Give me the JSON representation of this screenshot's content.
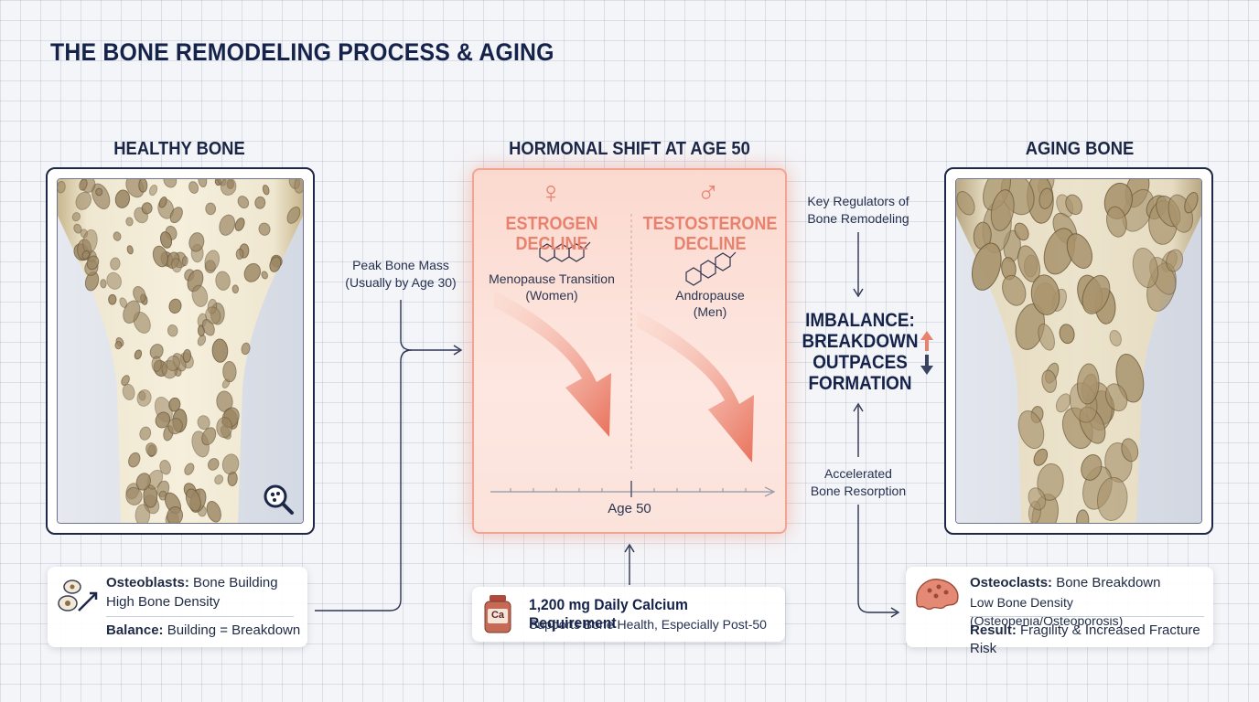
{
  "page": {
    "title": "THE BONE REMODELING PROCESS & AGING"
  },
  "healthy": {
    "heading": "HEALTHY BONE",
    "card": {
      "osteoblasts_label": "Osteoblasts:",
      "osteoblasts_text": " Bone Building",
      "density_text": "High Bone Density",
      "balance_label": "Balance:",
      "balance_text": " Building = Breakdown"
    }
  },
  "hormonal": {
    "heading": "HORMONAL SHIFT AT AGE 50",
    "female": {
      "symbol": "♀",
      "label_line1": "ESTROGEN",
      "label_line2": "DECLINE",
      "sub_line1": "Menopause Transition",
      "sub_line2": "(Women)"
    },
    "male": {
      "symbol": "♂",
      "label_line1": "TESTOSTERONE",
      "label_line2": "DECLINE",
      "sub_line1": "Andropause",
      "sub_line2": "(Men)"
    },
    "axis_label": "Age 50"
  },
  "flow": {
    "peak_line1": "Peak Bone Mass",
    "peak_line2": "(Usually by Age 30)",
    "regulators_line1": "Key Regulators of",
    "regulators_line2": "Bone Remodeling",
    "imbalance_line1": "IMBALANCE:",
    "imbalance_line2": "BREAKDOWN",
    "imbalance_line3": "OUTPACES",
    "imbalance_line4": "FORMATION",
    "resorption_line1": "Accelerated",
    "resorption_line2": "Bone Resorption"
  },
  "calcium": {
    "badge": "Ca",
    "title": "1,200 mg Daily Calcium Requirement",
    "subtitle": "Supports Bone Health, Especially Post-50"
  },
  "aging": {
    "heading": "AGING BONE",
    "card": {
      "osteoclasts_label": "Osteoclasts:",
      "osteoclasts_text": " Bone Breakdown",
      "density_text": "Low Bone Density (Osteopenia/Osteoporosis)",
      "result_label": "Result:",
      "result_text": " Fragility & Increased Fracture Risk"
    }
  },
  "icons": [
    "magnifier-icon",
    "osteoblast-cells-icon",
    "calcium-bottle-icon",
    "osteoclast-cell-icon",
    "molecule-icon",
    "up-down-arrows-icon"
  ],
  "colors": {
    "accent": "#e8826e",
    "navy": "#15234a",
    "bone_light": "#efe6cf",
    "bone_dark": "#c7b590"
  }
}
